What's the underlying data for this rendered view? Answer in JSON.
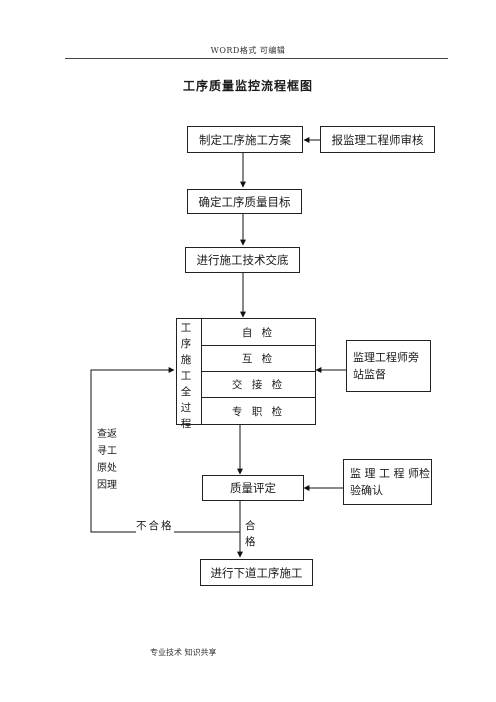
{
  "header": {
    "text": "WORD格式    可编辑"
  },
  "title": "工序质量监控流程框图",
  "boxes": {
    "plan": "制定工序施工方案",
    "report": "报监理工程师审核",
    "target": "确定工序质量目标",
    "briefing": "进行施工技术交底",
    "supervise": "监理工程师旁站监督",
    "evaluate": "质量评定",
    "confirm": "监 理 工 程 师检验确认",
    "next": "进行下道工序施工"
  },
  "process": {
    "label": "工序施工全过程",
    "checks": [
      "自  检",
      "互  检",
      "交 接 检",
      "专 职 检"
    ]
  },
  "feedback_label": "查返寻工原处因理",
  "fail_label": "不合格",
  "pass_label": "合格",
  "footer": "专业技术   知识共享"
}
